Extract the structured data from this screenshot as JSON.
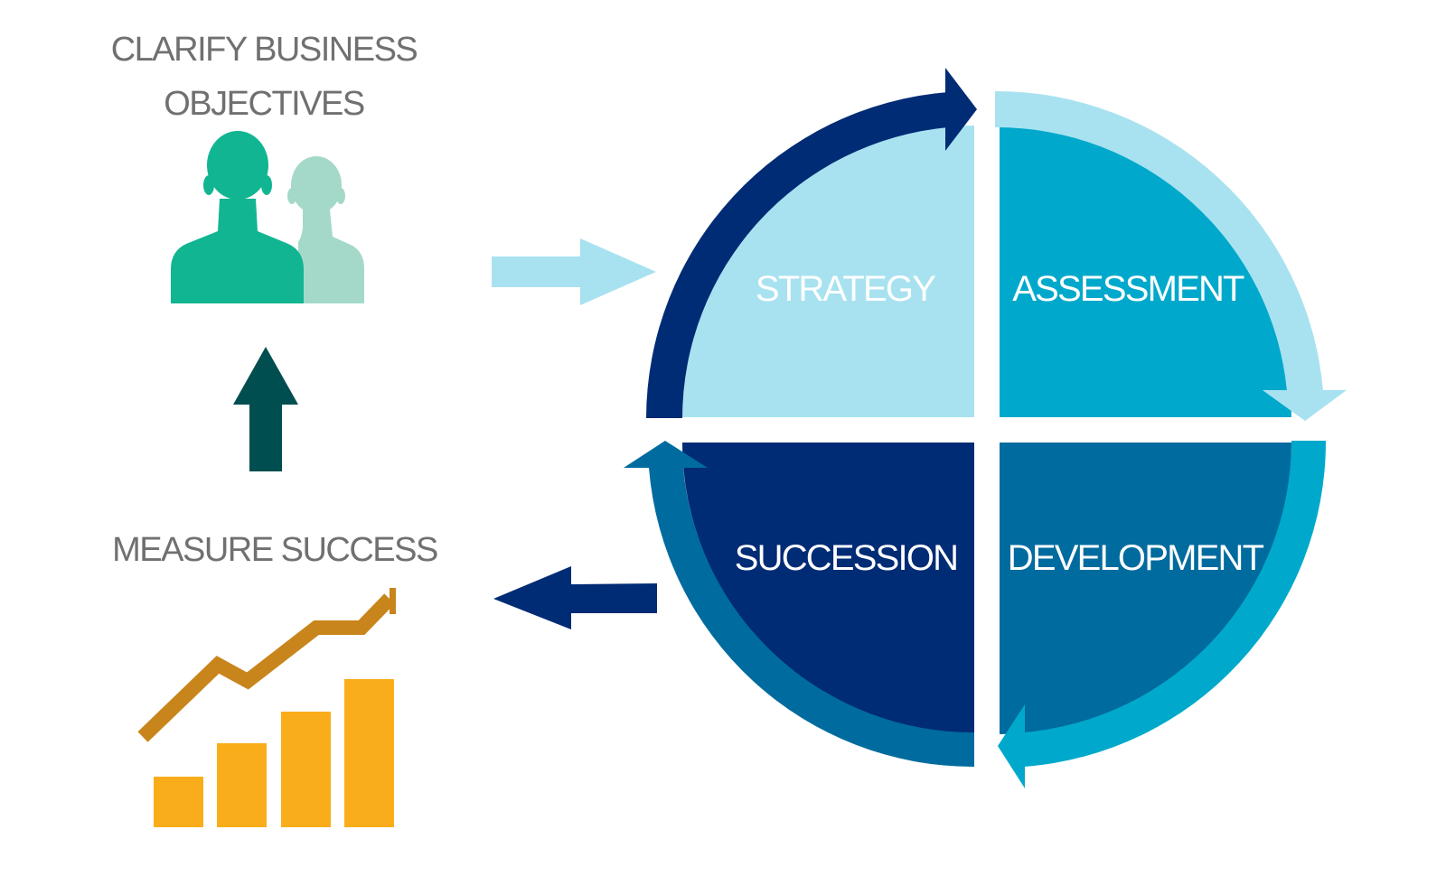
{
  "colors": {
    "strategy_fill": "#a8e2f0",
    "assessment_fill": "#00a9cb",
    "succession_fill": "#002b75",
    "development_fill": "#006b9e",
    "arrow_light": "#a8e2f0",
    "arrow_navy": "#002b75",
    "arrow_up": "#004e50",
    "person_primary": "#12b592",
    "person_secondary": "#a4d9c9",
    "bars": "#f9ad1a",
    "trend_line": "#c8851b",
    "text_gray": "#707070",
    "text_light": "#ffffff"
  },
  "objectives": {
    "line1": "CLARIFY BUSINESS",
    "line2": "OBJECTIVES",
    "icon": "people-icon"
  },
  "measure": {
    "label": "MEASURE SUCCESS",
    "icon": "growth-chart-icon"
  },
  "cycle": {
    "strategy": "STRATEGY",
    "assessment": "ASSESSMENT",
    "succession": "SUCCESSION",
    "development": "DEVELOPMENT"
  }
}
